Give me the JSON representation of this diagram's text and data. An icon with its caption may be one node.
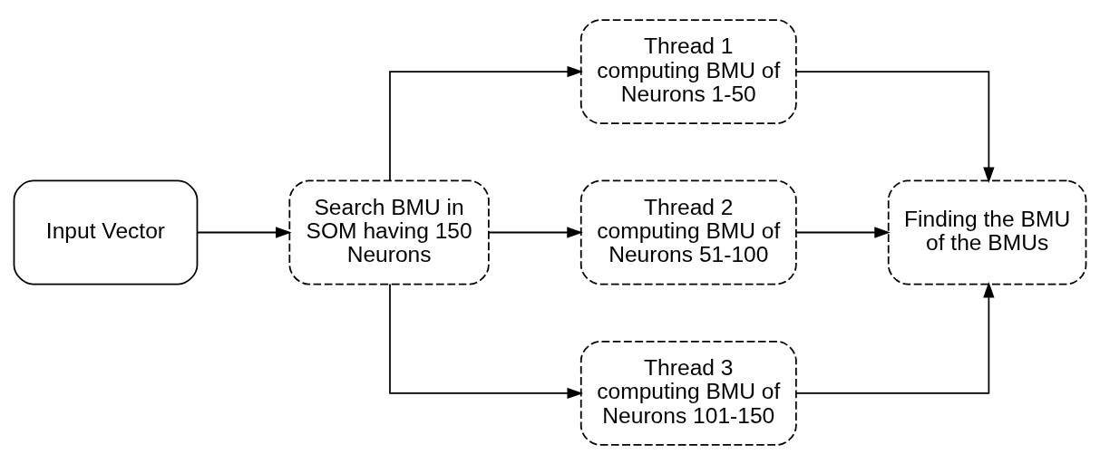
{
  "diagram": {
    "nodes": [
      {
        "text": [
          "Input Vector"
        ]
      },
      {
        "text": [
          "Search BMU in SOM having 150 Neurons"
        ]
      },
      {
        "text": [
          "Thread 1 computing BMU of Neurons 1-50"
        ]
      },
      {
        "text": [
          "Thread 2 computing BMU of Neurons 51-100"
        ]
      },
      {
        "text": [
          "Thread 3 computing BMU of Neurons 101-150"
        ]
      },
      {
        "text": [
          "Finding the BMU of the BMUs"
        ]
      }
    ],
    "edges": [
      {
        "from": 0,
        "to": 1,
        "arrow": "to"
      },
      {
        "from": 1,
        "to": 2,
        "arrow": "to"
      },
      {
        "from": 1,
        "to": 3,
        "arrow": "to"
      },
      {
        "from": 1,
        "to": 4,
        "arrow": "to"
      },
      {
        "from": 2,
        "to": 5,
        "arrow": "to"
      },
      {
        "from": 3,
        "to": 5,
        "arrow": "to"
      },
      {
        "from": 4,
        "to": 5,
        "arrow": "to"
      }
    ]
  }
}
